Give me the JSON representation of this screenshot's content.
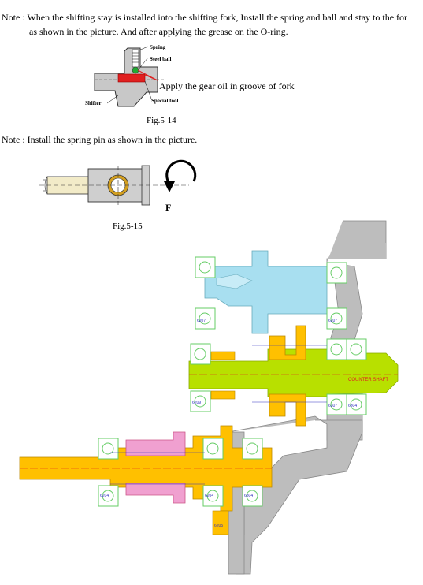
{
  "notes": {
    "note1_line1": "Note : When the shifting stay is installed into the shifting fork, Install the spring and ball and stay to the for",
    "note1_line2": "as shown in the picture.  And after applying the grease on the O-ring.",
    "note2": "Note : Install the spring pin as shown in the picture."
  },
  "fig514": {
    "label_spring": "Spring",
    "label_steel_ball": "Steel ball",
    "label_gear_oil": "Apply the gear oil in groove of fork",
    "label_special_tool": "Special tool",
    "label_shifter": "Shifter",
    "caption": "Fig.5-14"
  },
  "fig515": {
    "label_f": "F",
    "caption": "Fig.5-15"
  },
  "assembly": {
    "shaft_label": "COUNTER SHAFT",
    "gear_labels": [
      "6207",
      "6207",
      "6209",
      "6307",
      "6204",
      "6204",
      "6304",
      "6304",
      "6205"
    ],
    "colors": {
      "bearing": "#66cc66",
      "light_blue_shaft": "#a8dff0",
      "yellow_green_shaft": "#b8e000",
      "gold_gear": "#ffc000",
      "pink_gear": "#f0a0d0",
      "housing_gray": "#bdbdbd",
      "text_red": "#e02020",
      "outline_blue": "#3030c0"
    }
  }
}
